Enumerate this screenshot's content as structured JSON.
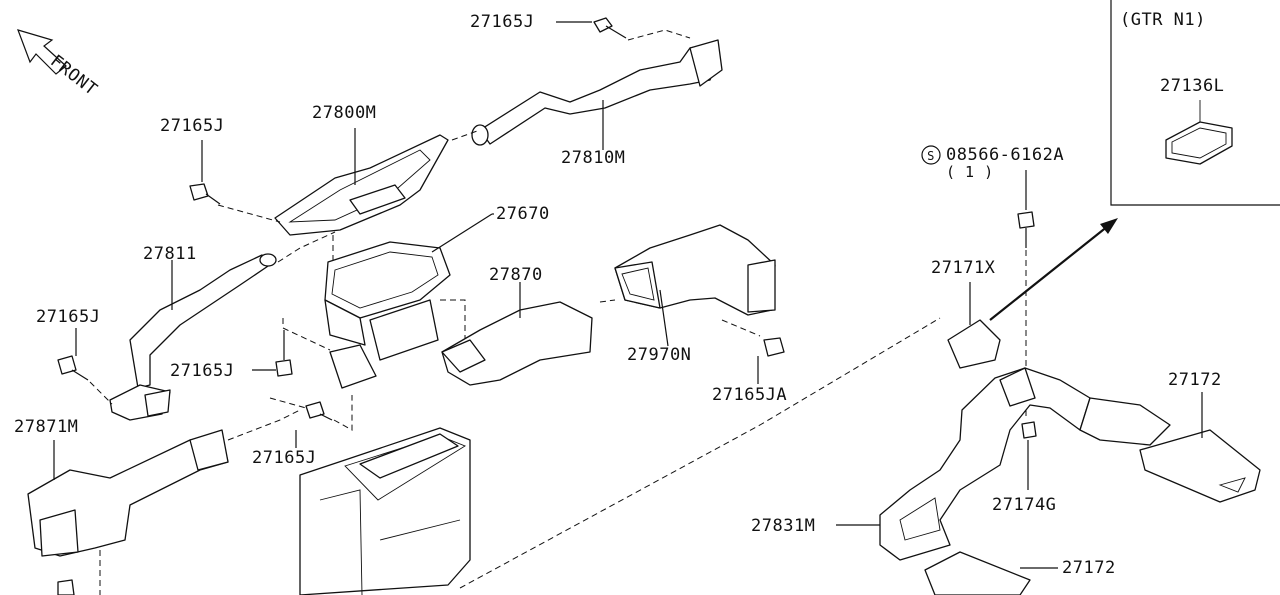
{
  "labels": {
    "front": "FRONT",
    "gtr_n1": "(GTR N1)",
    "p27165J_top": "27165J",
    "p27800M": "27800M",
    "p27810M": "27810M",
    "p27165J_left": "27165J",
    "p27811": "27811",
    "p27670": "27670",
    "p27870": "27870",
    "p27970N": "27970N",
    "p27165JA": "27165JA",
    "p27165J_left2": "27165J",
    "p27165J_mid": "27165J",
    "p27165J_low": "27165J",
    "p27871M": "27871M",
    "p27171X": "27171X",
    "bolt_code": "08566-6162A",
    "bolt_qty": "( 1 )",
    "s_mark": "S",
    "p27136L": "27136L",
    "p27172_upper": "27172",
    "p27174G": "27174G",
    "p27831M": "27831M",
    "p27172_lower": "27172"
  }
}
